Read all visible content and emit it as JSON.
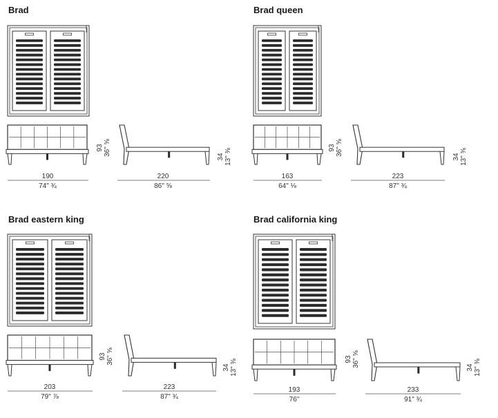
{
  "beds": [
    {
      "name": "Brad",
      "width_cm": "190",
      "width_in": "74\" ¾",
      "length_cm": "220",
      "length_in": "86\" ⅝",
      "height_cm": "93",
      "height_in": "36\" ⅝",
      "frame_height_cm": "34",
      "frame_height_in": "13\" ⅜"
    },
    {
      "name": "Brad queen",
      "width_cm": "163",
      "width_in": "64\" ⅛",
      "length_cm": "223",
      "length_in": "87\" ¾",
      "height_cm": "93",
      "height_in": "36\" ⅝",
      "frame_height_cm": "34",
      "frame_height_in": "13\" ⅜"
    },
    {
      "name": "Brad eastern king",
      "width_cm": "203",
      "width_in": "79\" ⅞",
      "length_cm": "223",
      "length_in": "87\" ¾",
      "height_cm": "93",
      "height_in": "36\" ⅝",
      "frame_height_cm": "34",
      "frame_height_in": "13\" ⅜"
    },
    {
      "name": "Brad california king",
      "width_cm": "193",
      "width_in": "76\"",
      "length_cm": "233",
      "length_in": "91\" ¾",
      "height_cm": "93",
      "height_in": "36\" ⅝",
      "frame_height_cm": "34",
      "frame_height_in": "13\" ⅜"
    }
  ],
  "colors": {
    "line": "#333333",
    "panel": "#2b2b2b"
  }
}
